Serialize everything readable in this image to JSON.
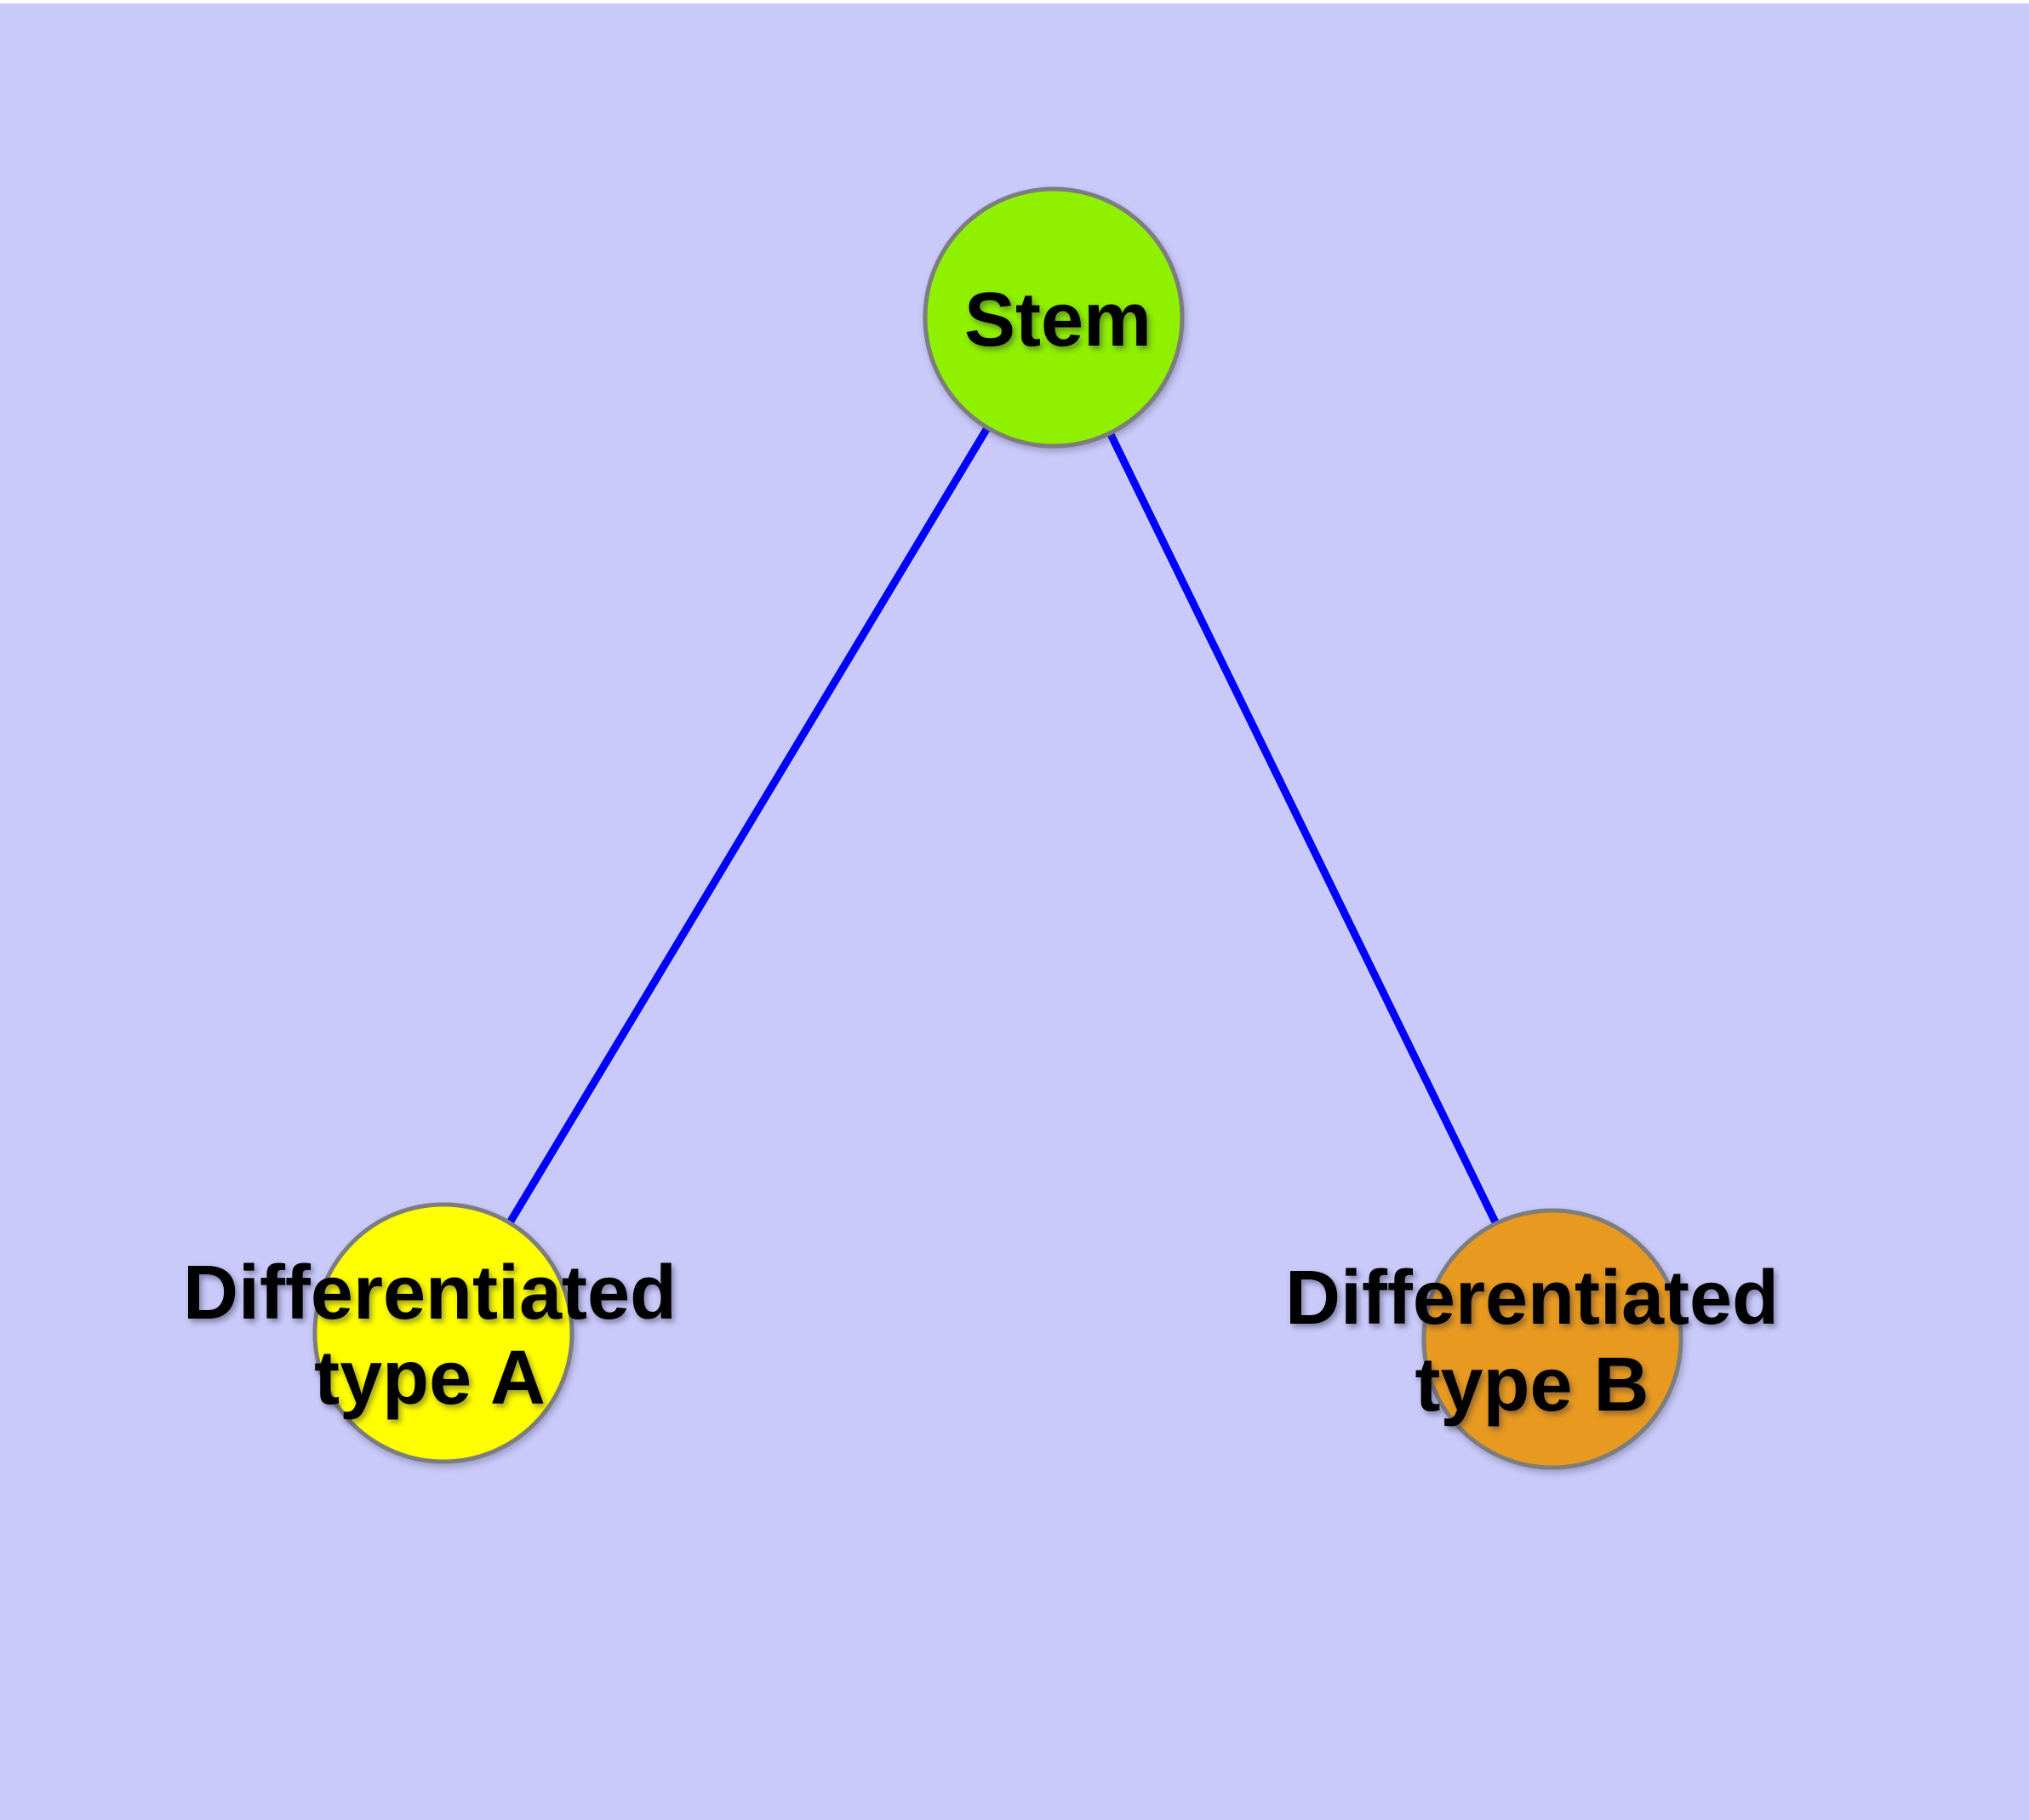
{
  "canvas": {
    "background_color": "#CACAFA",
    "page_margin_color": "#FFFFFF",
    "edge_color": "#0000FF",
    "node_border_color": "#7D7D7D",
    "label_color": "#000000"
  },
  "nodes": [
    {
      "id": "stem",
      "label_lines": [
        "Stem"
      ],
      "fill": "#8FF000"
    },
    {
      "id": "differentiated-type-a",
      "label_lines": [
        "Differentiated",
        "type A"
      ],
      "fill": "#FFFF00"
    },
    {
      "id": "differentiated-type-b",
      "label_lines": [
        "Differentiated",
        "type B"
      ],
      "fill": "#E89A20"
    }
  ],
  "edges": [
    {
      "from": "stem",
      "to": "differentiated-type-a"
    },
    {
      "from": "stem",
      "to": "differentiated-type-b"
    }
  ]
}
